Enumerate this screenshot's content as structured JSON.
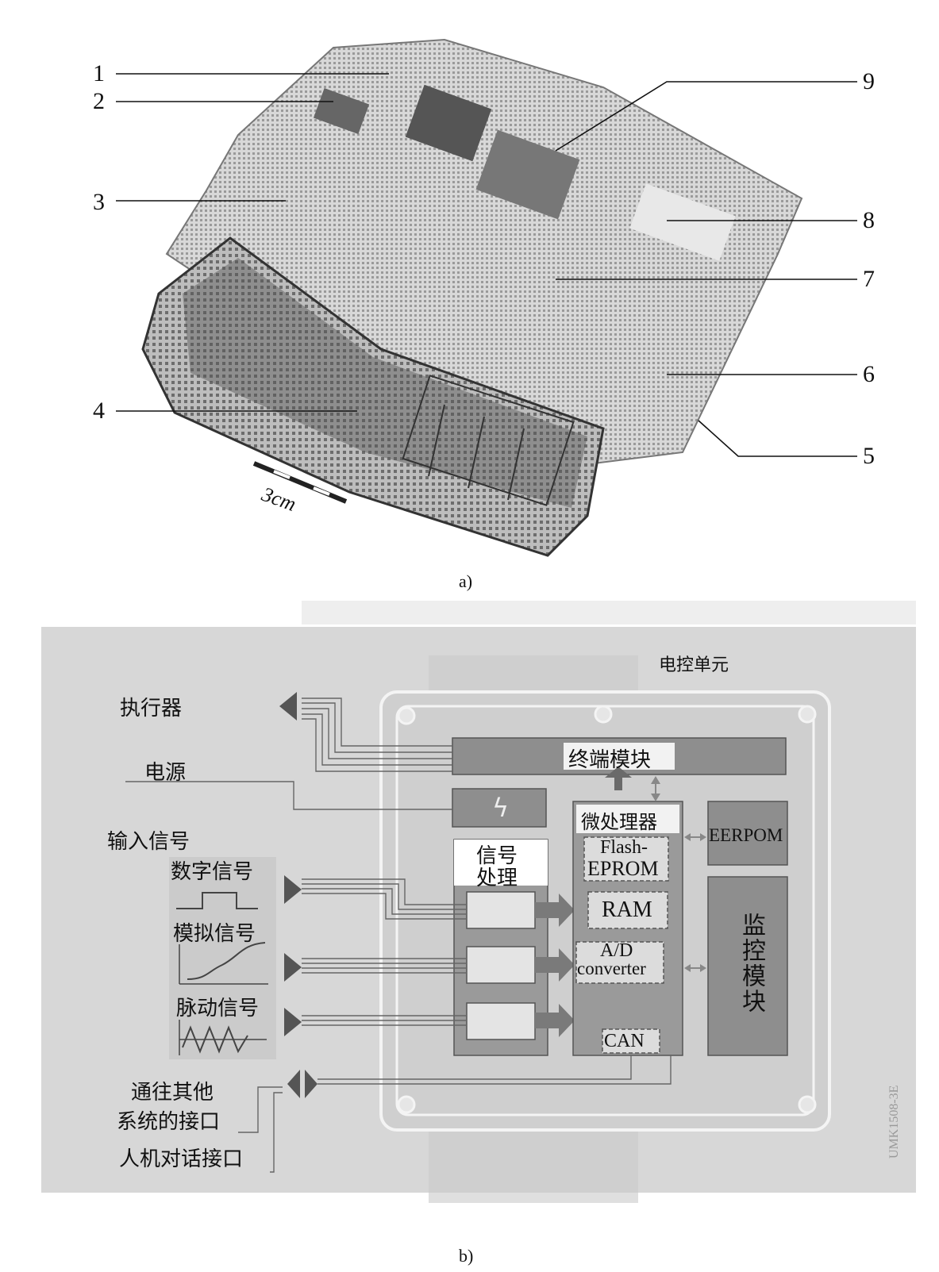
{
  "figure_a": {
    "callouts": [
      "1",
      "2",
      "3",
      "4",
      "5",
      "6",
      "7",
      "8",
      "9"
    ],
    "scale_label": "3cm",
    "caption": "a)"
  },
  "figure_b": {
    "caption": "b)",
    "ecu_title": "电控单元",
    "actuator": "执行器",
    "power": "电源",
    "input_signal": "输入信号",
    "digital_signal": "数字信号",
    "analog_signal": "模拟信号",
    "pulse_signal": "脉动信号",
    "interface_other_line1": "通往其他",
    "interface_other_line2": "系统的接口",
    "hmi_interface": "人机对话接口",
    "output_module": "终端模块",
    "power_symbol": "ϟ",
    "signal_processing_line1": "信号",
    "signal_processing_line2": "处理",
    "microprocessor": "微处理器",
    "flash_line1": "Flash-",
    "flash_line2": "EPROM",
    "ram": "RAM",
    "ad_line1": "A/D",
    "ad_line2": "converter",
    "can": "CAN",
    "eeprom": "EERPOM",
    "monitor_module": "监控模块",
    "side_code": "UMK1508-3E"
  }
}
